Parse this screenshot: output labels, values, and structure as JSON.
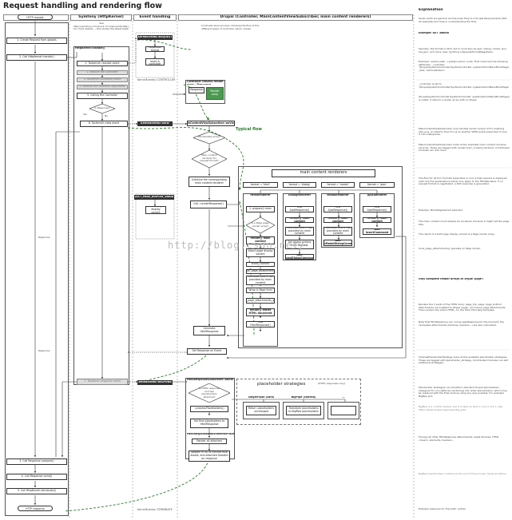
{
  "title": "Request handling and rendering flow",
  "lanes": {
    "index": "index.php",
    "symfony": "Symfony (HttpKernel)",
    "events": "Event handling",
    "drupal": "Drupal (Controller, MainContentViewSubscriber, main content renderers)",
    "explanation": "Explanation"
  },
  "index_flow": {
    "http_request": "HTTP request",
    "step1": "1. Create Request from globals",
    "step2": "2. Call HttpKernel::handle()",
    "step3": "3. Call Response::prepare()",
    "step4": "4. Call Response::send()",
    "step5": "5. Call HttpKernel::terminate()",
    "http_response": "HTTP response",
    "response_label_1": "Response",
    "response_label_2": "Response"
  },
  "symfony_flow": {
    "note": "See http://symfony.com/doc/2.7/components/http_kernel/introduction.html for more details — this shows the latest state.",
    "handle": "HttpKernel::handle()",
    "request_event": "1. Tackernel::request event",
    "resolve_controller": "2. Resolve the Controller",
    "controller_event": "3. Tackernel::controller event",
    "resolve_args": "4. Resolve the controller arguments",
    "call_controller": "5. Calling the Controller",
    "is_response": "Is Response?",
    "yes": "Yes",
    "no": "No",
    "view_event": "6. Tackernel::view event",
    "response_event": "7. Tackernel::response event"
  },
  "events_flow": {
    "request_event": "KernelEvents::REQUEST",
    "negotiate": "Negotiate format",
    "determine_route": "Determine route & controller",
    "kernel_controller": "KernelEvents::CONTROLLER",
    "view_event": "KernelEvents::VIEW",
    "select_variant": "SELECT_PAGE_DISPLAY_VARIANT",
    "select_page": "Select page display variant",
    "response_event": "KernelEvents::RESPONSE",
    "terminate": "KernelEvents::TERMINATE"
  },
  "drupal_flow": {
    "legend_1": "Controller-level process, showing the flow of the",
    "legend_2": "different types of controller return values",
    "controller_box": "Controller returns render array / Response",
    "response_opt": "Response",
    "render_array_opt": "Render array",
    "main_content_sub": "MainContentViewSubscriber::onView()",
    "renderable": "Renderable array?",
    "html_renderer_q": "Main content renderer for request format?",
    "initialize": "Initialize the corresponding main content renderer",
    "call_render": "Call ::renderResponse()",
    "typical_flow": "Typical flow",
    "main_renderers": "main content renderers",
    "formats": [
      "format = 'html'",
      "format = 'dialog'",
      "format = 'modal'",
      "format = 'ajax'"
    ],
    "renderers": [
      "HtmlRenderer",
      "DialogRenderer",
      "ModalRenderer",
      "AjaxRenderer"
    ],
    "html_steps": [
      "1. prepare() main",
      "Is a Page page-render array?",
      "render() main content",
      "Select page display variant",
      "build() variant",
      "hook_page_attachments()",
      "Calculate title if not provided by main content",
      "Wrap in Page html",
      "hook_page_attachments_alter()",
      "render() entire HTML document",
      "new HtmlResponse()"
    ],
    "dialog_steps": [
      "new AjaxResponse()",
      "render() main content",
      "Calculate title if not provided by main content",
      "Set dialog options from Request",
      "Add OpenDialogCommand"
    ],
    "modal_steps": [
      "new AjaxResponse()",
      "render() main content",
      "Calculate title if not provided by main content",
      "Add OpenModalDialogCommand"
    ],
    "ajax_steps": [
      "new AjaxResponse()",
      "render() main content",
      "Add InsertCommand"
    ],
    "generate_html": "Generate HtmlResponse",
    "set_response": "Set Response on Event",
    "html_response_sub": "HtmlResponseSubscriber::onRespond()",
    "is_html": "Is HTML response and has placeholders attached?",
    "process": "::processPlaceholders()",
    "set_final": "Set final placeholders to HtmlResponse",
    "placeholder_strategies": "placeholder strategies",
    "placeholder_note": "(HTML responses only)",
    "strategies": [
      "SingleFlush (core)",
      "BigPipe (contrib)",
      "…"
    ],
    "strategy_steps": [
      "Return placeholders unchanged",
      "Transform placeholders to BigPipe placeholders",
      ""
    ],
    "attachments_processor": "HtmlResponseAttachmentsProcessor",
    "render_attached": "Render all attached",
    "update_html": "Update HTML to include final assets, and attached headers on response"
  },
  "explanation": [
    "Green parts are general and because they're a Drupal Requirements (Not all requests) and help in understanding the flow.",
    "Example: GET /admin",
    "Typically, the format is html, but it could also be ajax, dialog, modal, json, hal_json, and more. See: Symfony's RequestFormatNegotiator.",
    "Example: /admin path → system.admin route. That route has the following attributes: _controller: '\\Drupal\\system\\Controller\\SystemController::systemAdminMenuBlockPage', _title: 'Administration'.",
    "_controller is set to '\\Drupal\\system\\Controller\\SystemController::systemAdminMenuBlockPage'",
    "\\Drupal\\system\\Controller\\SystemController::systemAdminMenuBlockPage() is called, it returns a render array with no #type.",
    "MainContentViewSubscriber only handles render arrays! If it's anything else (e.g. an object), then it's up to another VIEW event subscriber to turn it into a Response.",
    "MainContentViewSubscriber looks at the available main content renderer services. These are tagged with render.main_content_renderer. Contributed modules can add more.",
    "The flow for all four formats supported in core is that request is displayed next, but the explanations below only apply to the HtmlRenderer. If no request format is negotiated, a 406 response is generated.",
    "Example: BlockPageVariant selected.",
    "The main content must already be rendered, because it might set the page title.",
    "The result of a built page display variant is a Page render array.",
    "hook_page_attachments() operates on Page render.",
    "Only complete render arrays of #type 'page'!",
    "Renders the 3 parts of the HTML body: page_top, page, page_bottom. Attachments are bubbled to #type 'page', and hence page attachments. Then renders the entire HTML, i.e. the html.html.twig template.",
    "Note that HtmlResponse can not be AjaxResponse for the moment; the cacheable attachments (libraries, headers…) are also calculated.",
    "ChainedPlaceholderStrategy looks at the available placeholder strategies. These are tagged with placeholder_strategy. Contributed modules can add additional strategies.",
    "Placeholder strategies can transform standard Drupal placeholders (designed for non-deferred rendering) into other placeholders, which may be replaced with the final markup using any way possible. For example BigPipe JS's.",
    "BigPipe is a contrib module, but it is likely to land in core in 8.1.x. See https://www.drupal.org/project/big_pipe",
    "Process all other HtmlResponse attachments: asset libraries, HTML <head> elements, headers…",
    "BigPipe placeholders continue to the end of the process. Same as before.",
    "Example response for this path: /admin"
  ],
  "watermark": "http://blog.csdn.net/"
}
